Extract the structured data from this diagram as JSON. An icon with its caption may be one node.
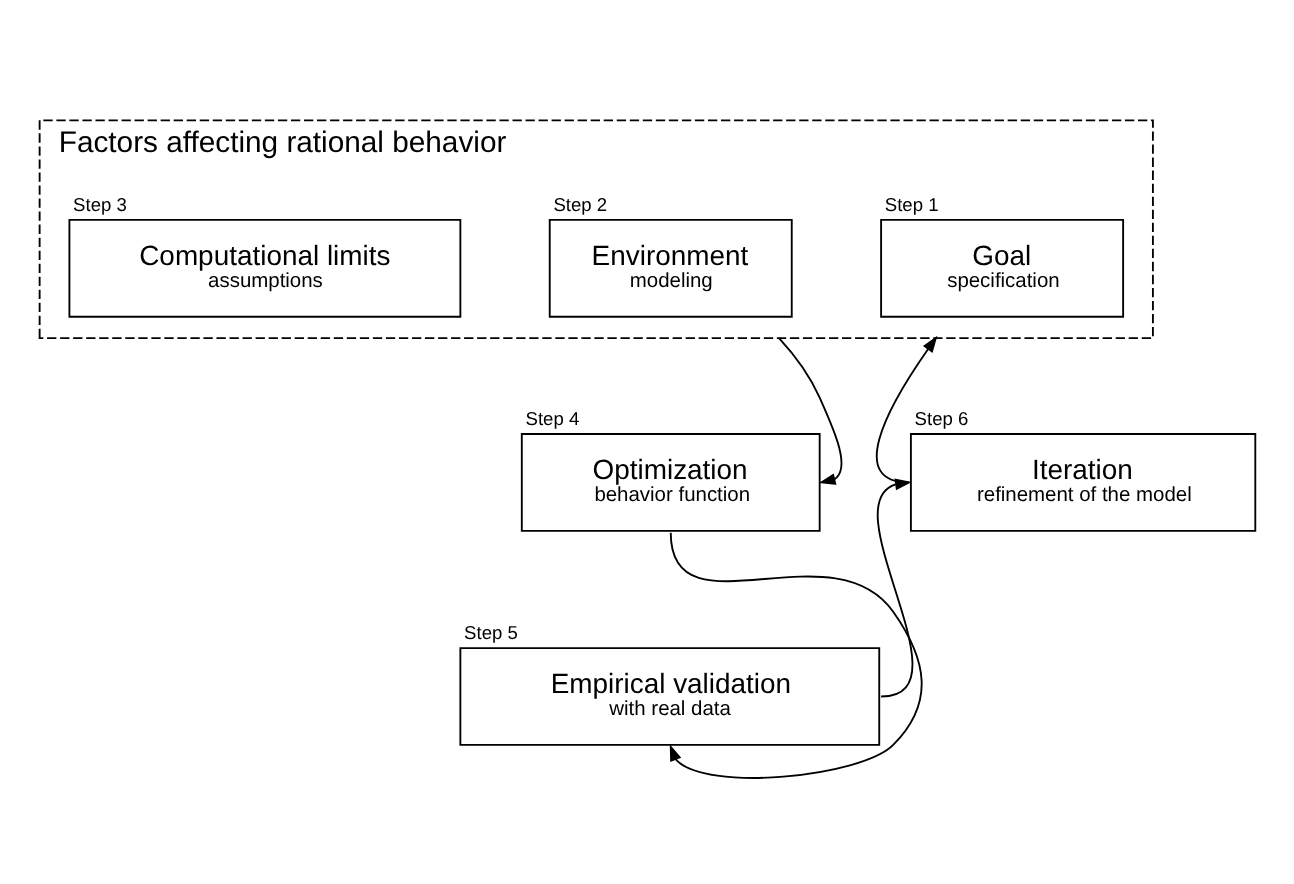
{
  "diagram": {
    "nodes": [
      {
        "text": [
          "Factors affecting rational behavior"
        ]
      },
      {
        "text": [
          "Goal",
          "specification"
        ],
        "in": 0,
        "beside": [
          "Step 1"
        ]
      },
      {
        "text": [
          "Environment",
          "modeling"
        ],
        "in": 0,
        "beside": [
          "Step 2"
        ]
      },
      {
        "text": [
          "Computational limits",
          "assumptions"
        ],
        "in": 0,
        "beside": [
          "Step 3"
        ]
      },
      {
        "text": [
          "Optimization",
          "behavior function"
        ],
        "beside": [
          "Step 4"
        ]
      },
      {
        "text": [
          "Empirical validation",
          "with real data"
        ],
        "beside": [
          "Step 5"
        ]
      },
      {
        "text": [
          "Iteration",
          "refinement of the model"
        ],
        "beside": [
          "Step 6"
        ]
      }
    ],
    "edges": [
      {
        "from": 0,
        "to": 4,
        "arrow": "to"
      },
      {
        "from": 4,
        "to": 5,
        "arrow": "to"
      },
      {
        "from": 5,
        "to": 6,
        "arrow": "to"
      },
      {
        "from": 6,
        "to": 0,
        "arrow": "to"
      }
    ]
  }
}
